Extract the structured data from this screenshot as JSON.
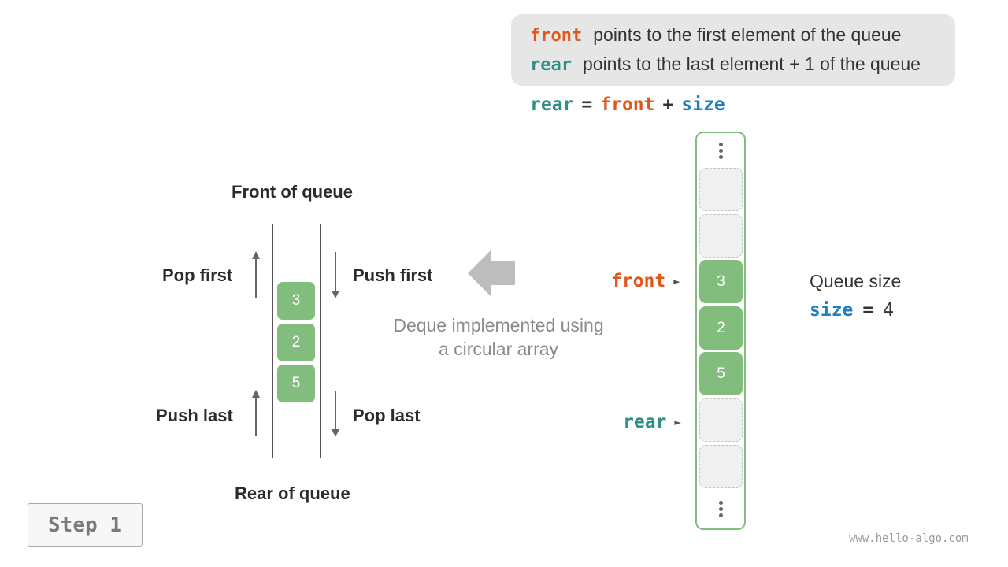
{
  "info": {
    "front_kw": "front",
    "front_text": "points to the first element of the queue",
    "rear_kw": "rear",
    "rear_text": "points to the last element + 1 of the queue"
  },
  "formula": {
    "lhs": "rear",
    "eq": "=",
    "a": "front",
    "plus": "+",
    "b": "size"
  },
  "left_diagram": {
    "top_label": "Front of queue",
    "bottom_label": "Rear of queue",
    "pop_first": "Pop first",
    "push_first": "Push first",
    "push_last": "Push last",
    "pop_last": "Pop last",
    "cells": [
      "3",
      "2",
      "5"
    ]
  },
  "caption": {
    "line1": "Deque implemented using",
    "line2": "a circular array"
  },
  "array": {
    "cells": [
      "",
      "",
      "3",
      "2",
      "5",
      "",
      ""
    ],
    "front_label": "front",
    "rear_label": "rear"
  },
  "queue_size": {
    "label": "Queue size",
    "var": "size",
    "eq": "=",
    "value": "4"
  },
  "step": "Step 1",
  "watermark": "www.hello-algo.com",
  "colors": {
    "green": "#82bd7e",
    "front": "#e0561b",
    "rear": "#2e9089",
    "size": "#1f7fc0"
  }
}
